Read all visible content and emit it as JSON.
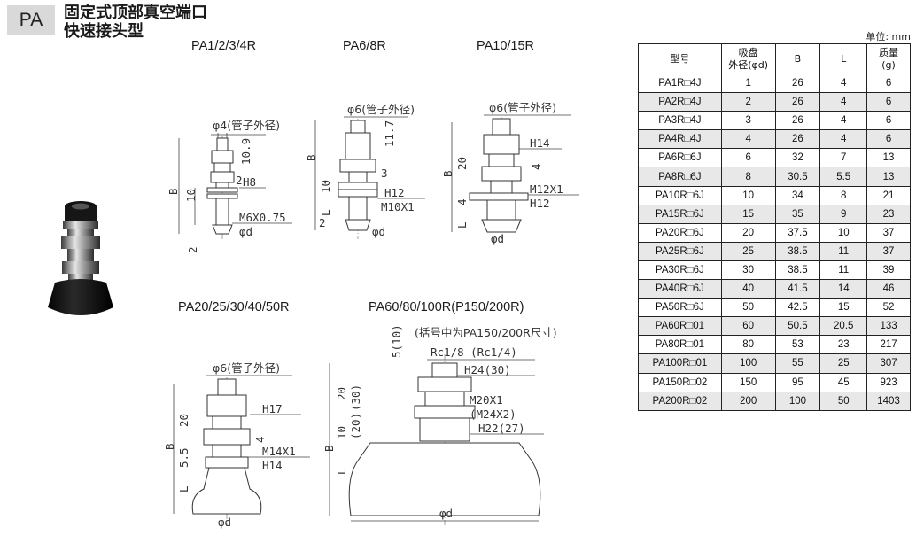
{
  "header": {
    "series": "PA",
    "title_line1": "固定式顶部真空端口",
    "title_line2": "快速接头型"
  },
  "drawings": {
    "d1": {
      "label": "PA1/2/3/4R",
      "pipe": "φ4(管子外径)",
      "dims": [
        "10.9",
        "2",
        "10",
        "B",
        "H8",
        "M6X0.75",
        "φd",
        "2"
      ]
    },
    "d2": {
      "label": "PA6/8R",
      "pipe": "φ6(管子外径)",
      "dims": [
        "11.7",
        "3",
        "10",
        "B",
        "L",
        "2",
        "H12",
        "M10X1",
        "φd"
      ]
    },
    "d3": {
      "label": "PA10/15R",
      "pipe": "φ6(管子外径)",
      "dims": [
        "20",
        "B",
        "4",
        "L",
        "H14",
        "4",
        "M12X1",
        "H12",
        "φd"
      ]
    },
    "d4": {
      "label": "PA20/25/30/40/50R",
      "pipe": "φ6(管子外径)",
      "dims": [
        "20",
        "B",
        "4",
        "5.5",
        "L",
        "H17",
        "M14X1",
        "H14",
        "φd"
      ]
    },
    "d5": {
      "label": "PA60/80/100R(P150/200R)",
      "note": "(括号中为PA150/200R尺寸)",
      "dims": [
        "5(10)",
        "Rc1/8 (Rc1/4)",
        "H24(30)",
        "20",
        "(30)",
        "M20X1",
        "(M24X2)",
        "10",
        "(20)",
        "H22(27)",
        "B",
        "L",
        "φd"
      ]
    }
  },
  "table": {
    "unit": "单位: mm",
    "headers": [
      "型号",
      "吸盘\n外径(φd)",
      "B",
      "L",
      "质量\n(g)"
    ],
    "rows": [
      [
        "PA1R□4J",
        "1",
        "26",
        "4",
        "6"
      ],
      [
        "PA2R□4J",
        "2",
        "26",
        "4",
        "6"
      ],
      [
        "PA3R□4J",
        "3",
        "26",
        "4",
        "6"
      ],
      [
        "PA4R□4J",
        "4",
        "26",
        "4",
        "6"
      ],
      [
        "PA6R□6J",
        "6",
        "32",
        "7",
        "13"
      ],
      [
        "PA8R□6J",
        "8",
        "30.5",
        "5.5",
        "13"
      ],
      [
        "PA10R□6J",
        "10",
        "34",
        "8",
        "21"
      ],
      [
        "PA15R□6J",
        "15",
        "35",
        "9",
        "23"
      ],
      [
        "PA20R□6J",
        "20",
        "37.5",
        "10",
        "37"
      ],
      [
        "PA25R□6J",
        "25",
        "38.5",
        "11",
        "37"
      ],
      [
        "PA30R□6J",
        "30",
        "38.5",
        "11",
        "39"
      ],
      [
        "PA40R□6J",
        "40",
        "41.5",
        "14",
        "46"
      ],
      [
        "PA50R□6J",
        "50",
        "42.5",
        "15",
        "52"
      ],
      [
        "PA60R□01",
        "60",
        "50.5",
        "20.5",
        "133"
      ],
      [
        "PA80R□01",
        "80",
        "53",
        "23",
        "217"
      ],
      [
        "PA100R□01",
        "100",
        "55",
        "25",
        "307"
      ],
      [
        "PA150R□02",
        "150",
        "95",
        "45",
        "923"
      ],
      [
        "PA200R□02",
        "200",
        "100",
        "50",
        "1403"
      ]
    ]
  }
}
